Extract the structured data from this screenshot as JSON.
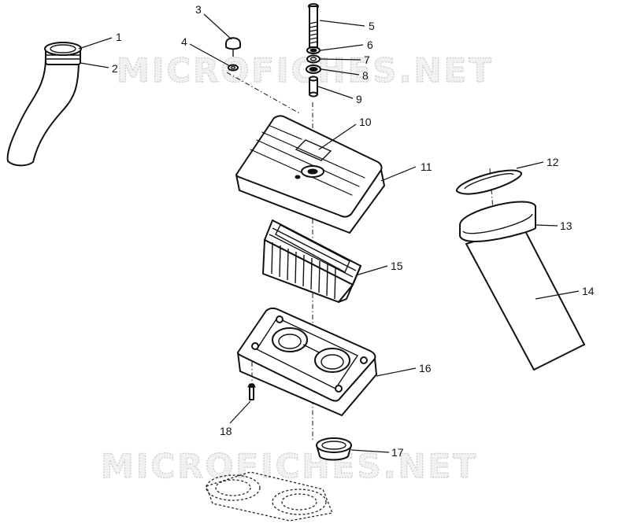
{
  "watermarks": [
    "MICROFICHES.NET",
    "MICROFICHES.NET"
  ],
  "callouts": [
    "1",
    "2",
    "3",
    "4",
    "5",
    "6",
    "7",
    "8",
    "9",
    "10",
    "11",
    "12",
    "13",
    "14",
    "15",
    "16",
    "17",
    "18"
  ],
  "colors": {
    "line": "#111111",
    "background": "#ffffff",
    "watermark": "#cfcfcf"
  }
}
